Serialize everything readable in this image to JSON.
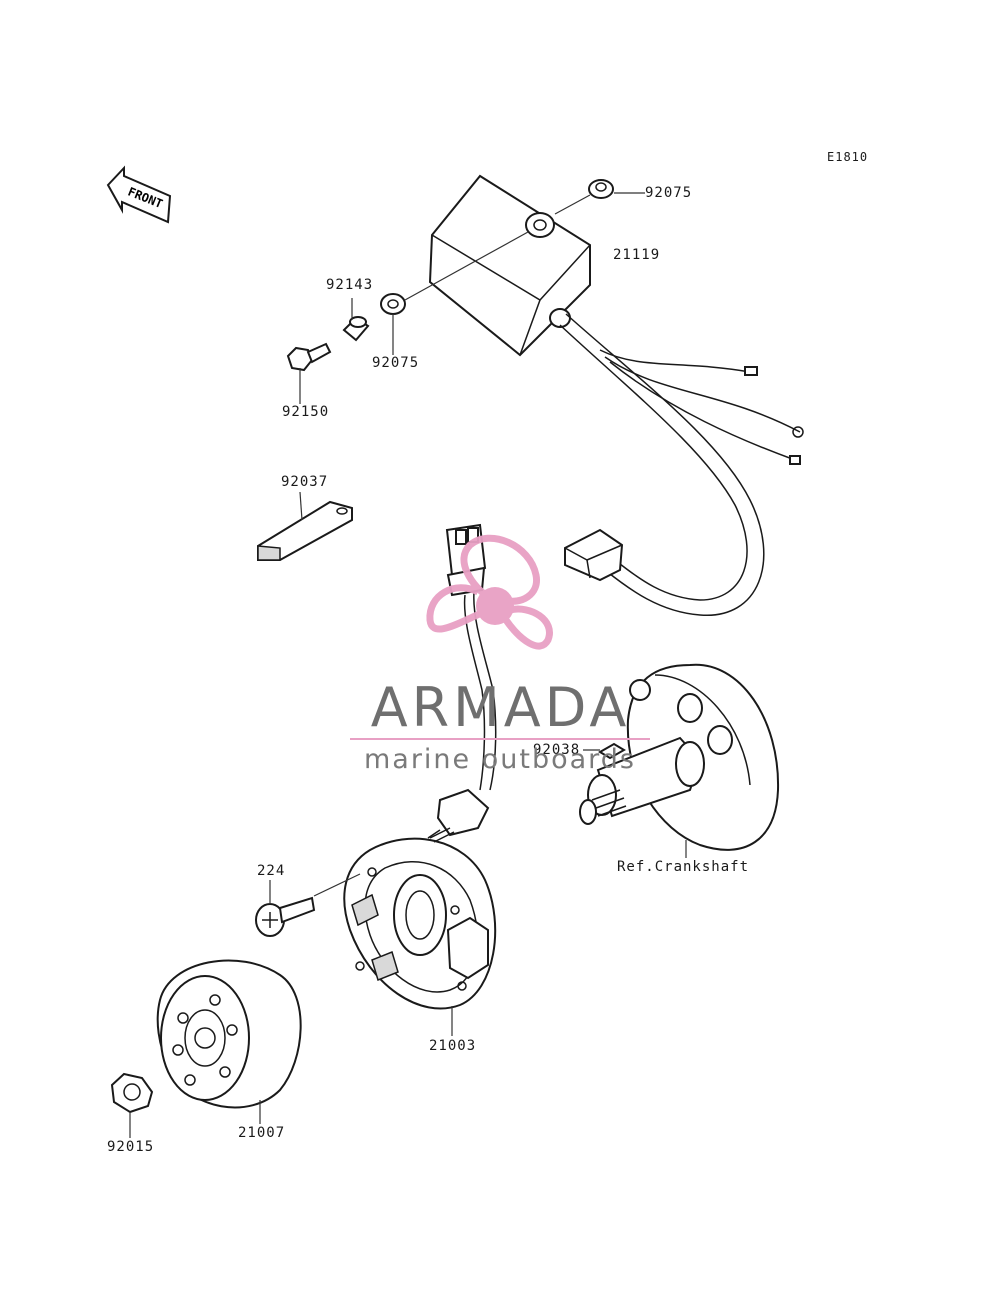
{
  "diagram": {
    "code": "E1810",
    "front_label": "FRONT",
    "parts": [
      {
        "id": "p92075a",
        "label": "92075"
      },
      {
        "id": "p21119",
        "label": "21119"
      },
      {
        "id": "p92143",
        "label": "92143"
      },
      {
        "id": "p92075b",
        "label": "92075"
      },
      {
        "id": "p92150",
        "label": "92150"
      },
      {
        "id": "p92037",
        "label": "92037"
      },
      {
        "id": "p92038",
        "label": "92038"
      },
      {
        "id": "pcrank",
        "label": "Ref.Crankshaft"
      },
      {
        "id": "p224",
        "label": "224"
      },
      {
        "id": "p21003",
        "label": "21003"
      },
      {
        "id": "p21007",
        "label": "21007"
      },
      {
        "id": "p92015",
        "label": "92015"
      }
    ]
  },
  "watermark": {
    "brand": "ARMADA",
    "tagline": "marine outboards",
    "color_logo": "#e8a0c4",
    "color_text": "#6f6f6f"
  }
}
